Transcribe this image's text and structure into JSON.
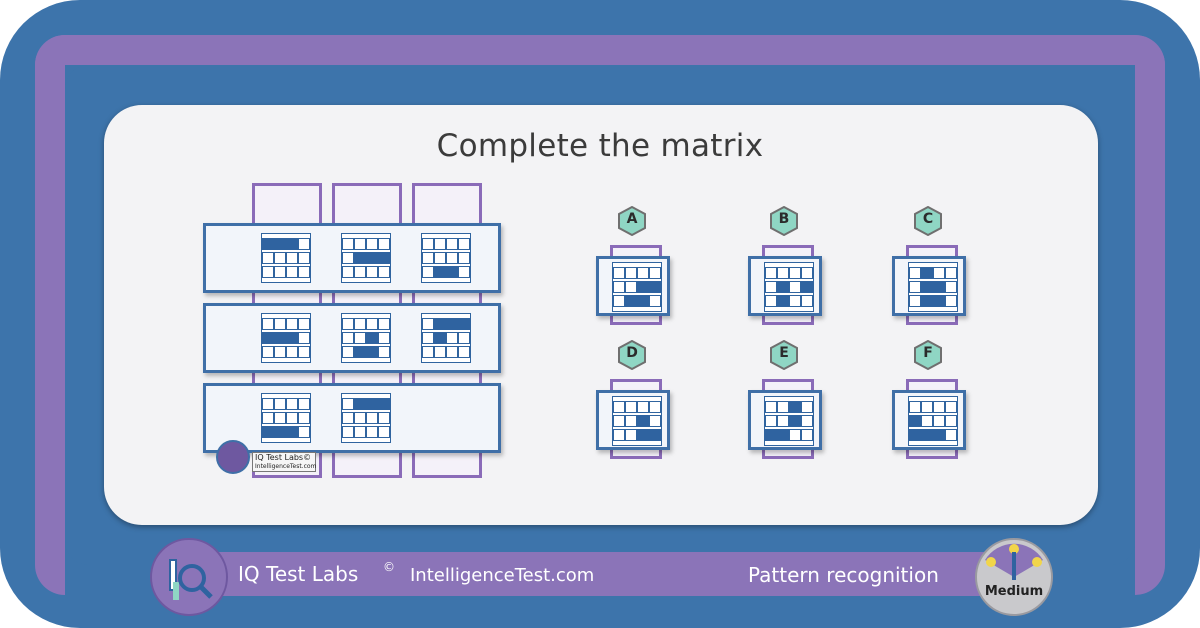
{
  "puzzle": {
    "title": "Complete the matrix",
    "matrix": [
      [
        [
          [
            1,
            1,
            1,
            0
          ],
          [
            0,
            0,
            0,
            0
          ],
          [
            0,
            0,
            0,
            0
          ]
        ],
        [
          [
            0,
            0,
            0,
            0
          ],
          [
            0,
            1,
            1,
            1
          ],
          [
            0,
            0,
            0,
            0
          ]
        ],
        [
          [
            0,
            0,
            0,
            0
          ],
          [
            0,
            0,
            0,
            0
          ],
          [
            0,
            1,
            1,
            0
          ]
        ]
      ],
      [
        [
          [
            0,
            0,
            0,
            0
          ],
          [
            1,
            1,
            1,
            0
          ],
          [
            0,
            0,
            0,
            0
          ]
        ],
        [
          [
            0,
            0,
            0,
            0
          ],
          [
            0,
            0,
            1,
            0
          ],
          [
            0,
            1,
            1,
            0
          ]
        ],
        [
          [
            0,
            1,
            1,
            1
          ],
          [
            0,
            1,
            0,
            0
          ],
          [
            0,
            0,
            0,
            0
          ]
        ]
      ],
      [
        [
          [
            0,
            0,
            0,
            0
          ],
          [
            0,
            0,
            0,
            0
          ],
          [
            1,
            1,
            1,
            0
          ]
        ],
        [
          [
            0,
            1,
            1,
            1
          ],
          [
            0,
            0,
            0,
            0
          ],
          [
            0,
            0,
            0,
            0
          ]
        ],
        null
      ]
    ],
    "options": [
      {
        "label": "A",
        "pattern": [
          [
            0,
            0,
            0,
            0
          ],
          [
            0,
            0,
            1,
            1
          ],
          [
            0,
            1,
            1,
            0
          ]
        ]
      },
      {
        "label": "B",
        "pattern": [
          [
            0,
            0,
            0,
            0
          ],
          [
            0,
            1,
            0,
            1
          ],
          [
            0,
            1,
            0,
            0
          ]
        ]
      },
      {
        "label": "C",
        "pattern": [
          [
            0,
            1,
            0,
            0
          ],
          [
            0,
            1,
            1,
            0
          ],
          [
            0,
            1,
            1,
            0
          ]
        ]
      },
      {
        "label": "D",
        "pattern": [
          [
            0,
            0,
            0,
            0
          ],
          [
            0,
            0,
            1,
            0
          ],
          [
            0,
            0,
            1,
            1
          ]
        ]
      },
      {
        "label": "E",
        "pattern": [
          [
            0,
            0,
            1,
            0
          ],
          [
            0,
            0,
            1,
            0
          ],
          [
            1,
            1,
            0,
            0
          ]
        ]
      },
      {
        "label": "F",
        "pattern": [
          [
            0,
            0,
            0,
            0
          ],
          [
            1,
            0,
            0,
            0
          ],
          [
            1,
            1,
            1,
            0
          ]
        ]
      }
    ]
  },
  "watermark": {
    "line1": "IQ Test Labs©",
    "line2": "IntelligenceTest.com"
  },
  "footer": {
    "brand": "IQ Test Labs",
    "copyright_mark": "©",
    "site": "IntelligenceTest.com",
    "category": "Pattern recognition",
    "difficulty": "Medium"
  },
  "colors": {
    "frame_blue": "#3d74ab",
    "accent_purple": "#8b74b8",
    "cell_blue": "#2f63a0",
    "hex_teal": "#8fd6c4"
  }
}
